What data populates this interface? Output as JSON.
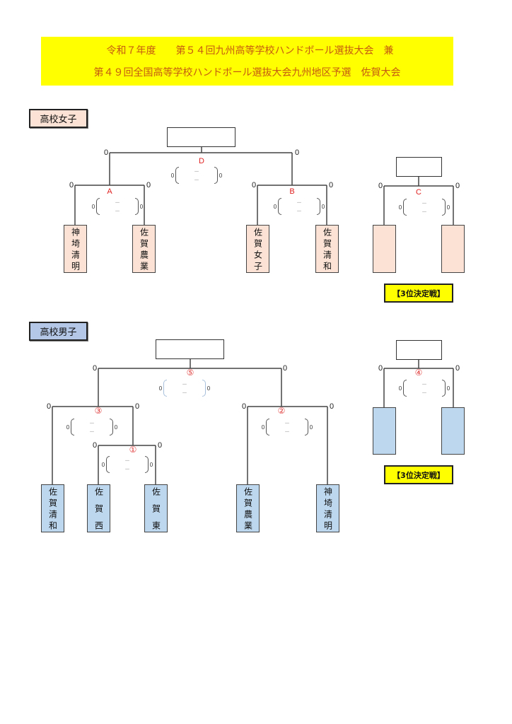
{
  "title": {
    "line1": "令和７年度　　第５４回九州高等学校ハンドボール選抜大会　兼",
    "line2": "第４９回全国高等学校ハンドボール選抜大会九州地区予選　佐賀大会"
  },
  "women": {
    "section_label": "高校女子",
    "champion": "",
    "third_place_winner": "",
    "third_place_label": "【3位決定戦】",
    "matches": {
      "D": {
        "label": "D",
        "end_left": "0",
        "end_right": "0",
        "set_left": "0",
        "set_right": "0",
        "set_top": "－",
        "set_bottom": "－"
      },
      "A": {
        "label": "A",
        "end_left": "0",
        "end_right": "0",
        "set_left": "0",
        "set_right": "0",
        "set_top": "－",
        "set_bottom": "－"
      },
      "B": {
        "label": "B",
        "end_left": "0",
        "end_right": "0",
        "set_left": "0",
        "set_right": "0",
        "set_top": "－",
        "set_bottom": "－"
      },
      "C": {
        "label": "C",
        "end_left": "0",
        "end_right": "0",
        "set_left": "0",
        "set_right": "0",
        "set_top": "－",
        "set_bottom": "－"
      }
    },
    "teams": [
      {
        "name": "神埼清明"
      },
      {
        "name": "佐賀農業"
      },
      {
        "name": "佐賀女子"
      },
      {
        "name": "佐賀清和"
      }
    ],
    "third_place_teams": [
      {
        "name": ""
      },
      {
        "name": ""
      }
    ]
  },
  "men": {
    "section_label": "高校男子",
    "champion": "",
    "third_place_winner": "",
    "third_place_label": "【3位決定戦】",
    "matches": {
      "m5": {
        "label": "⑤",
        "end_left": "0",
        "end_right": "0",
        "set_left": "0",
        "set_right": "0",
        "set_top": "－",
        "set_bottom": "－"
      },
      "m3": {
        "label": "③",
        "end_left": "0",
        "end_right": "0",
        "set_left": "0",
        "set_right": "0",
        "set_top": "－",
        "set_bottom": "－"
      },
      "m1": {
        "label": "①",
        "end_left": "0",
        "end_right": "0",
        "set_left": "0",
        "set_right": "0",
        "set_top": "－",
        "set_bottom": "－"
      },
      "m2": {
        "label": "②",
        "end_left": "0",
        "end_right": "0",
        "set_left": "0",
        "set_right": "0",
        "set_top": "－",
        "set_bottom": "－"
      },
      "m4": {
        "label": "④",
        "end_left": "0",
        "end_right": "0",
        "set_left": "0",
        "set_right": "0",
        "set_top": "－",
        "set_bottom": "－"
      }
    },
    "teams": [
      {
        "name": "佐賀清和"
      },
      {
        "name": "佐賀西"
      },
      {
        "name": "佐賀東"
      },
      {
        "name": "佐賀農業"
      },
      {
        "name": "神埼清明"
      }
    ],
    "third_place_teams": [
      {
        "name": ""
      },
      {
        "name": ""
      }
    ]
  }
}
